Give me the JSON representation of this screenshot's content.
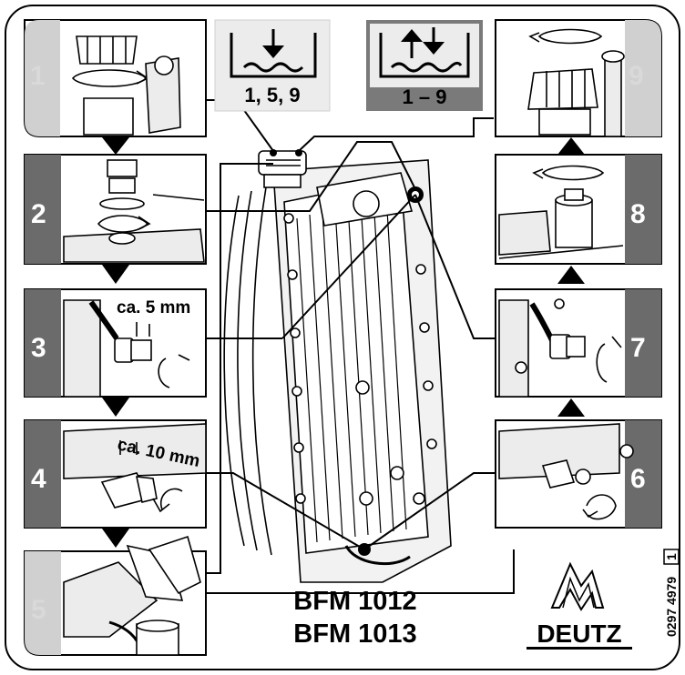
{
  "steps": [
    {
      "num": "1"
    },
    {
      "num": "2"
    },
    {
      "num": "3"
    },
    {
      "num": "4"
    },
    {
      "num": "5"
    },
    {
      "num": "6"
    },
    {
      "num": "7"
    },
    {
      "num": "8"
    },
    {
      "num": "9"
    }
  ],
  "step3_label": "ca. 5 mm",
  "step4_label": "ca. 10 mm",
  "header_left": {
    "label": "1,  5,  9",
    "icon": "fill-tank-icon"
  },
  "header_right": {
    "label": "1 – 9",
    "icon": "drain-fill-tank-icon"
  },
  "models": [
    "BFM 1012",
    "BFM 1013"
  ],
  "brand": "DEUTZ",
  "doc_code": "0297 4979",
  "doc_code_box": "1",
  "colors": {
    "tab_dark": "#6b6b6b",
    "tab_light": "#d0d0d0",
    "header_right_bg": "#7a7a7a",
    "header_left_bg": "#ececec"
  }
}
